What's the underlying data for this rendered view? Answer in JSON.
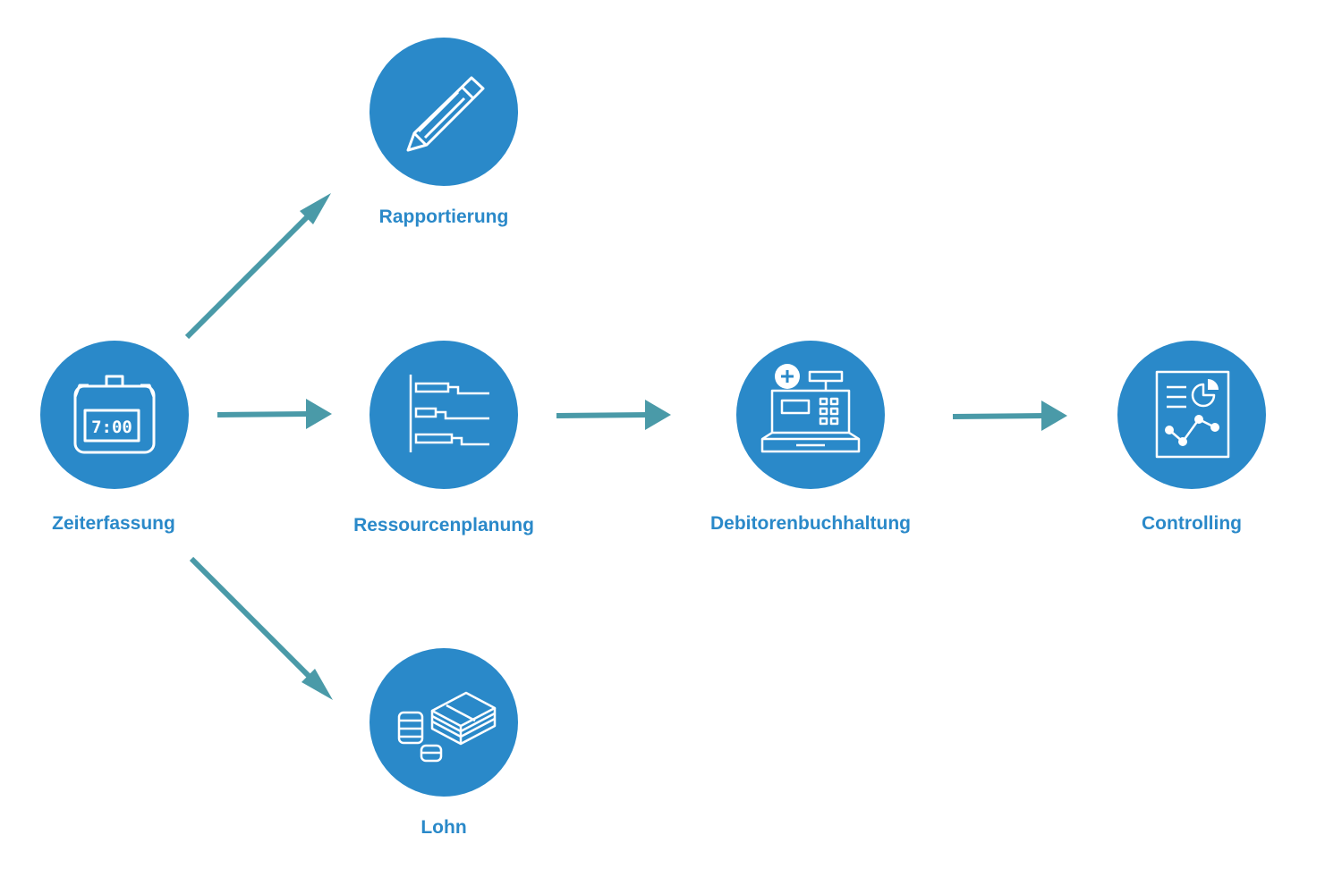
{
  "colors": {
    "node_fill": "#2a89c9",
    "label": "#2a89c9",
    "arrow": "#4a9aa8",
    "icon": "#ffffff"
  },
  "nodes": {
    "zeiterfassung": {
      "label": "Zeiterfassung",
      "icon": "stopwatch-icon",
      "display": "7:00"
    },
    "rapportierung": {
      "label": "Rapportierung",
      "icon": "pencil-icon"
    },
    "ressourcenplanung": {
      "label": "Ressourcenplanung",
      "icon": "gantt-chart-icon"
    },
    "lohn": {
      "label": "Lohn",
      "icon": "money-icon"
    },
    "debitorenbuchhaltung": {
      "label": "Debitorenbuchhaltung",
      "icon": "cash-register-icon"
    },
    "controlling": {
      "label": "Controlling",
      "icon": "report-chart-icon"
    }
  },
  "edges": [
    {
      "from": "Zeiterfassung",
      "to": "Rapportierung"
    },
    {
      "from": "Zeiterfassung",
      "to": "Ressourcenplanung"
    },
    {
      "from": "Zeiterfassung",
      "to": "Lohn"
    },
    {
      "from": "Ressourcenplanung",
      "to": "Debitorenbuchhaltung"
    },
    {
      "from": "Debitorenbuchhaltung",
      "to": "Controlling"
    }
  ]
}
